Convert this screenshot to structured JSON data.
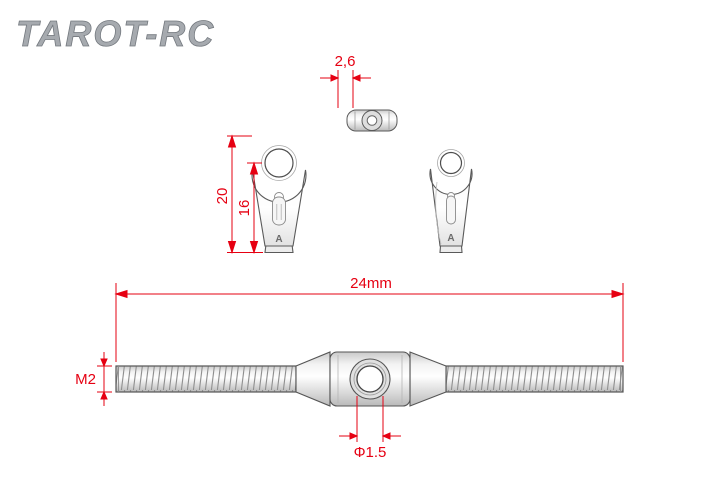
{
  "logo": {
    "text": "TAROT-RC"
  },
  "annotations": {
    "dim_top_width": "2,6",
    "dim_link_total": "20",
    "dim_link_partial": "16",
    "dim_rod_length": "24mm",
    "dim_thread": "M2",
    "dim_hole": "Φ1.5",
    "marker_a": "A"
  },
  "colors": {
    "dimension_red": "#e60012",
    "drawing_gray": "#555555",
    "logo_gray": "#a6aaaf",
    "background": "#ffffff"
  }
}
